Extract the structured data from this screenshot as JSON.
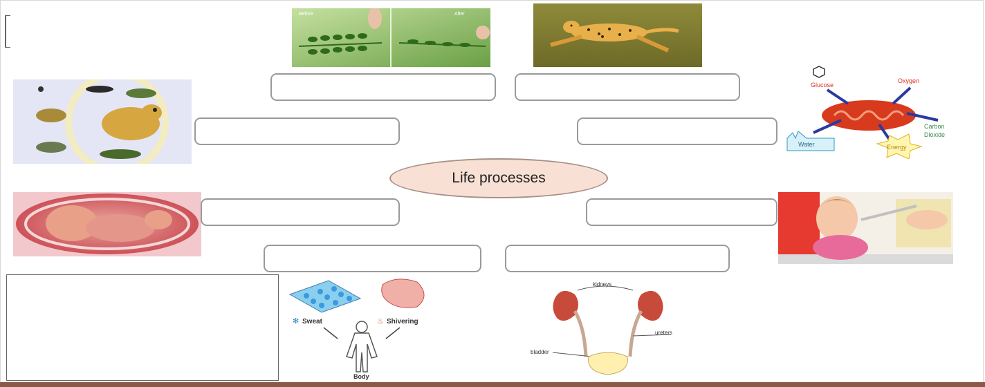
{
  "diagram": {
    "center_label": "Life processes",
    "answer_boxes": [
      "",
      "",
      "",
      "",
      "",
      "",
      "",
      ""
    ]
  },
  "images": {
    "mimosa": {
      "left_label": "Before",
      "right_label": "After"
    },
    "respiration": {
      "glucose": "Glucose",
      "oxygen": "Oxygen",
      "carbon": "Carbon",
      "dioxide": "Dioxide",
      "water": "Water",
      "energy": "Energy"
    },
    "temperature": {
      "sweat": "Sweat",
      "shivering": "Shivering",
      "body": "Body"
    },
    "excretion": {
      "kidneys": "kidneys",
      "ureters": "ureters",
      "bladder": "bladder"
    }
  },
  "icons": {
    "mimosa": "mimosa-plant-image",
    "cheetah": "cheetah-running-image",
    "frog": "frog-life-cycle-image",
    "fetus": "fetus-in-womb-image",
    "cellular": "cellular-respiration-image",
    "baby": "baby-eating-image",
    "thermo": "body-temperature-image",
    "kidney": "urinary-system-image"
  }
}
